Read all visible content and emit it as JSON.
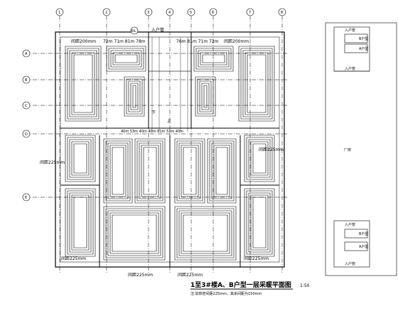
{
  "plan": {
    "title": "1至3#楼A、B户型一层采暖平面图",
    "scale": "1:50",
    "note": "注:加热管间距225mm，其余间距为150mm",
    "axis_bubbles_top": [
      "1",
      "2",
      "3",
      "4",
      "5",
      "6",
      "7",
      "8"
    ],
    "axis_bubbles_left": [
      "A",
      "B",
      "C",
      "D",
      "E"
    ],
    "manifold_tag": "RL",
    "entrance_label": "入户管",
    "down_label": "下",
    "up_label": "上",
    "top_labels": {
      "left_zone": "间距200mm",
      "right_zone": "间距200mm",
      "left_loops": "72m 71m 81m 78m",
      "right_loops": "76m 81m 71m 72m",
      "center_loops": "40m 53m 40m 40m 61m 53m 40m"
    },
    "side_labels": {
      "left": "间距225mm",
      "right": "间距225mm"
    },
    "bottom_labels": [
      "间距225mm",
      "间距225mm",
      "间距225mm",
      "间距225mm"
    ]
  },
  "legend": {
    "top_block": [
      "入户管",
      "B户型",
      "A户型",
      "入户管"
    ],
    "middle": "厂房",
    "bottom_block": [
      "入户管",
      "B户型",
      "A户型",
      "入户管"
    ]
  }
}
